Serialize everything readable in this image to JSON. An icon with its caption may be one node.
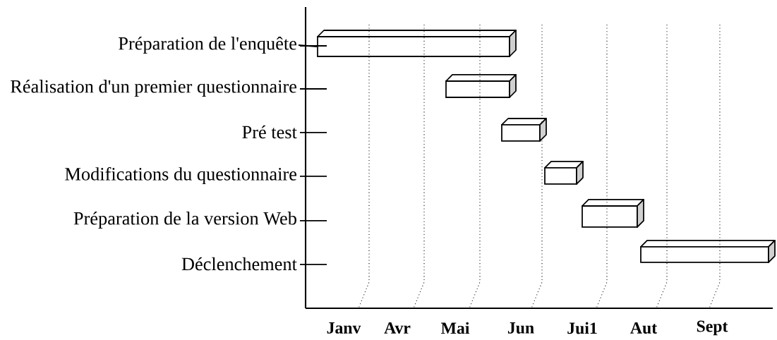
{
  "diagram": {
    "nodes": [
      {
        "text": [
          "Préparation de l'enquête"
        ]
      },
      {
        "text": [
          "Réalisation d'un premier questionnaire"
        ]
      },
      {
        "text": [
          "Pré test"
        ]
      },
      {
        "text": [
          "Modifications du questionnaire"
        ]
      },
      {
        "text": [
          "Préparation de la version Web"
        ]
      },
      {
        "text": [
          "Déclenchement"
        ]
      },
      {
        "text": [],
        "shape": "bar"
      },
      {
        "text": [],
        "shape": "bar"
      },
      {
        "text": [],
        "shape": "bar"
      },
      {
        "text": [],
        "shape": "bar"
      },
      {
        "text": [],
        "shape": "bar"
      },
      {
        "text": [],
        "shape": "bar"
      }
    ],
    "edges": [
      {
        "from": 0,
        "to": 6,
        "arrow": "none"
      }
    ],
    "labels": [
      "Janv",
      "Avr",
      "Mai",
      "Jun",
      "Jui1",
      "Aut",
      "Sept"
    ]
  }
}
